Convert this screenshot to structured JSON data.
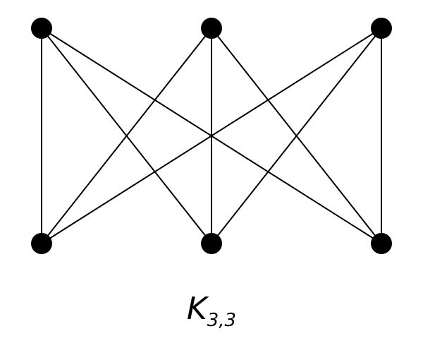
{
  "graph": {
    "caption": {
      "letter": "K",
      "subscript": "3,3"
    },
    "nodes": [
      {
        "id": "a1",
        "part": "top"
      },
      {
        "id": "a2",
        "part": "top"
      },
      {
        "id": "a3",
        "part": "top"
      },
      {
        "id": "b1",
        "part": "bottom"
      },
      {
        "id": "b2",
        "part": "bottom"
      },
      {
        "id": "b3",
        "part": "bottom"
      }
    ],
    "edges": [
      [
        "a1",
        "b1"
      ],
      [
        "a1",
        "b2"
      ],
      [
        "a1",
        "b3"
      ],
      [
        "a2",
        "b1"
      ],
      [
        "a2",
        "b2"
      ],
      [
        "a2",
        "b3"
      ],
      [
        "a3",
        "b1"
      ],
      [
        "a3",
        "b2"
      ],
      [
        "a3",
        "b3"
      ]
    ],
    "colors": {
      "node": "#000000",
      "edge": "#000000",
      "background": "#ffffff"
    }
  }
}
